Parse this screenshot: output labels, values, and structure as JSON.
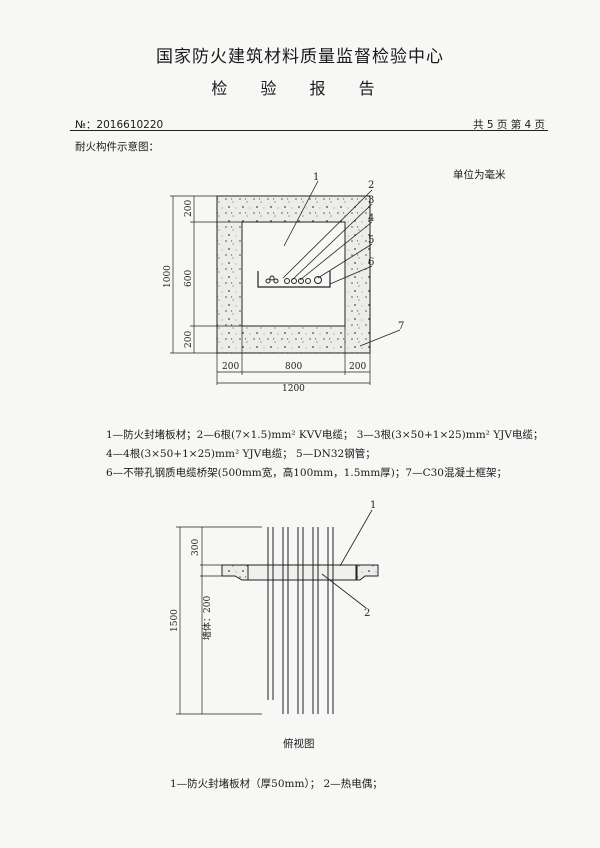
{
  "header": {
    "org_title": "国家防火建筑材料质量监督检验中心",
    "report_title": "检 验 报 告",
    "report_no": "№：2016610220",
    "page_info": "共 5 页 第 4 页"
  },
  "section_title": "耐火构件示意图：",
  "figure1": {
    "unit_note": "单位为毫米",
    "callouts": [
      "1",
      "2",
      "3",
      "4",
      "5",
      "6",
      "7"
    ],
    "dims": {
      "left_total": "1000",
      "left_top": "200",
      "left_mid": "600",
      "left_bottom": "200",
      "bottom_left": "200",
      "bottom_mid": "800",
      "bottom_right": "200",
      "bottom_total": "1200"
    },
    "caption_lines": [
      "1—防火封堵板材；2—6根(7×1.5)mm² KVV电缆；  3—3根(3×50+1×25)mm² YJV电缆；",
      "4—4根(3×50+1×25)mm² YJV电缆；               5—DN32钢管；",
      "6—不带孔钢质电缆桥架(500mm宽，高100mm，1.5mm厚)；7—C30混凝土框架；"
    ]
  },
  "figure2": {
    "callouts": [
      "1",
      "2"
    ],
    "dims": {
      "total": "1500",
      "top": "300",
      "wall_label": "墙体：200"
    },
    "view_label": "俯视图",
    "caption": "1—防火封堵板材（厚50mm）；   2—热电偶；"
  }
}
